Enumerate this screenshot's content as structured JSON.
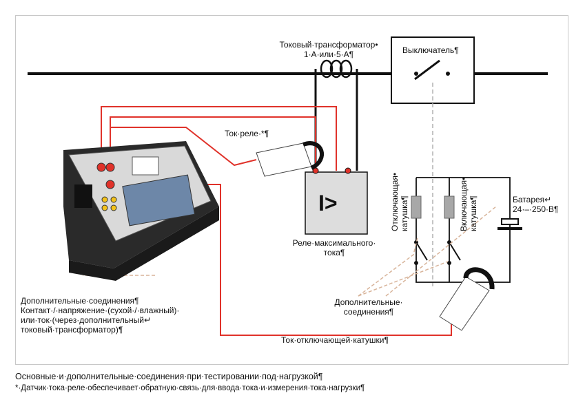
{
  "labels": {
    "ct_line1": "Токовый·трансформатор•",
    "ct_line2": "1·А·или·5·А¶",
    "breaker": "Выключатель¶",
    "tok_rele": "Ток·реле·*¶",
    "relay_sym": "I>",
    "relay_line1": "Реле·максимального·",
    "relay_line2": "тока¶",
    "trip_coil_1": "Отключающая•",
    "trip_coil_2": "катушка¶",
    "close_coil_1": "Включающая•",
    "close_coil_2": "катушка¶",
    "battery_1": "Батарея↵",
    "battery_2": "24·–·250·В¶",
    "addl_right_1": "Дополнительные·",
    "addl_right_2": "соединения¶",
    "addl_left_1": "Дополнительные·соединения¶",
    "addl_left_2": "Контакт·/·напряжение·(сухой·/·влажный)·",
    "addl_left_3": "или·ток·(через·дополнительный↵",
    "addl_left_4": "токовый·трансформатор)¶",
    "trip_current": "Ток·отключающей·катушки¶"
  },
  "caption": {
    "title": "Основные·и·дополнительные·соединения·при·тестировании·под·нагрузкой¶",
    "note": "*·Датчик·тока·реле·обеспечивает·обратную·связь·для·ввода·тока·и·измерения·тока·нагрузки¶"
  },
  "colors": {
    "wire_red": "#e0322a",
    "wire_dashed_brown": "#d8b49a",
    "wire_black": "#111111",
    "dashed_gray": "#b0b0b0",
    "coil_gray": "#a8a8a8",
    "relay_box": "#dddddd"
  }
}
